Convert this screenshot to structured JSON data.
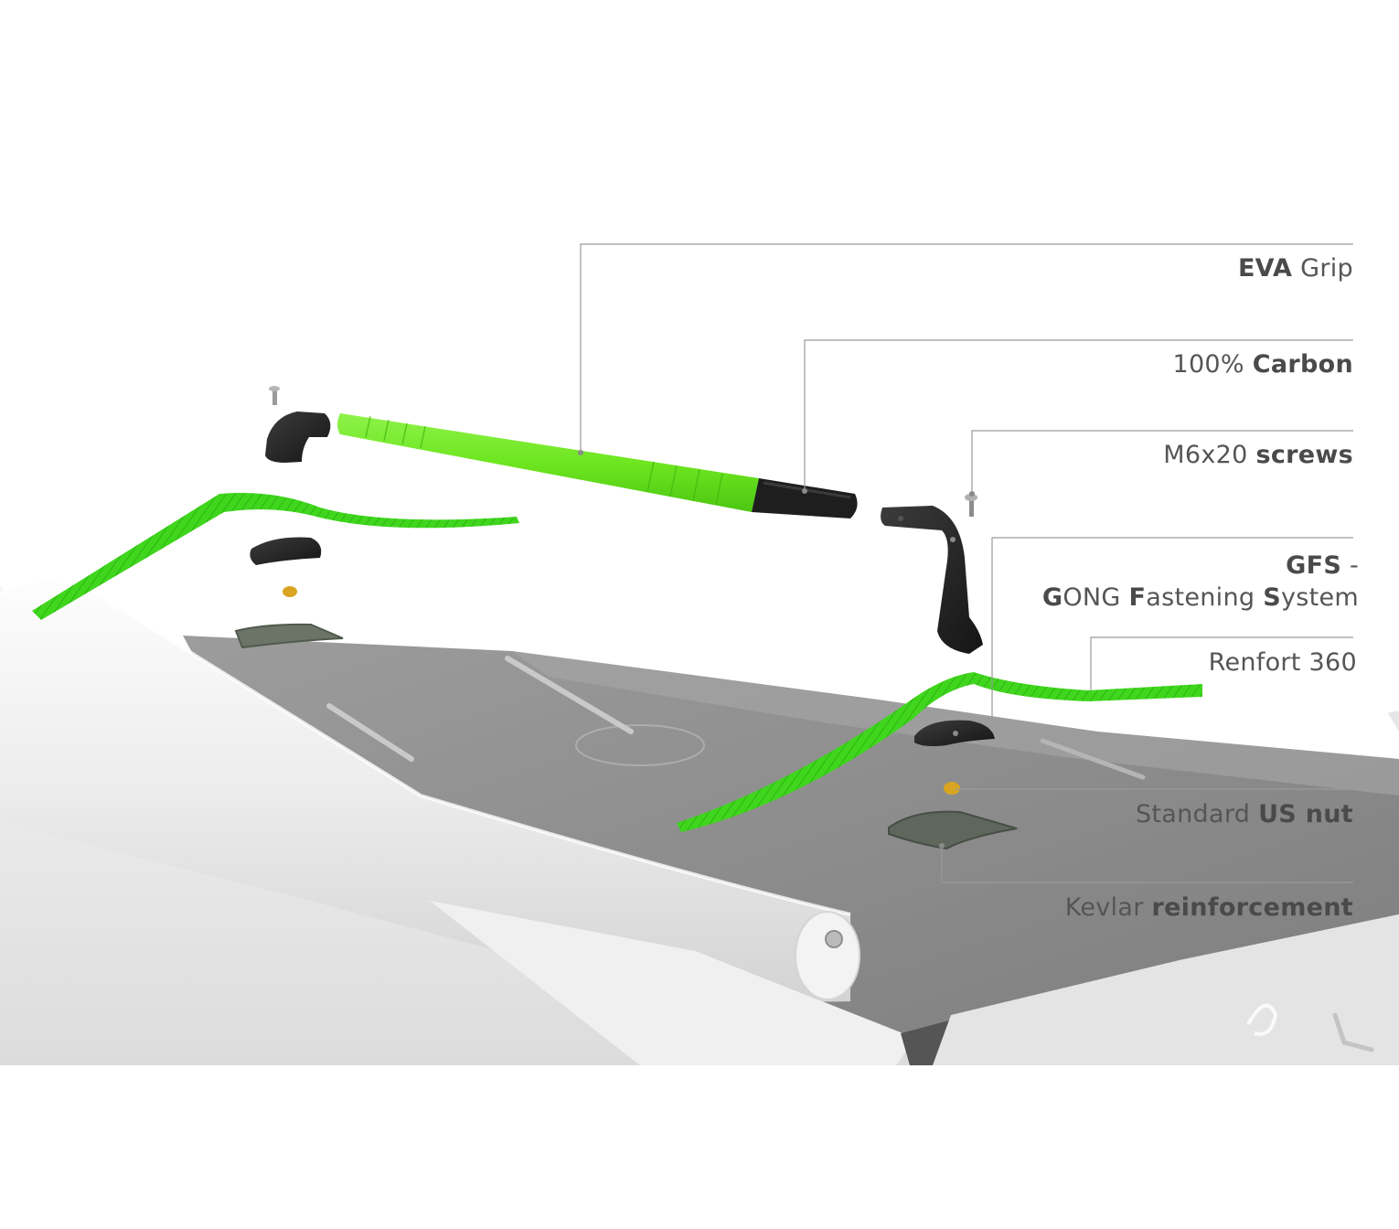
{
  "callouts": [
    {
      "id": "eva-grip",
      "parts": [
        {
          "t": "EVA",
          "b": true
        },
        {
          "t": " Grip",
          "b": false
        }
      ]
    },
    {
      "id": "carbon",
      "parts": [
        {
          "t": "100% ",
          "b": false
        },
        {
          "t": "Carbon",
          "b": true
        }
      ]
    },
    {
      "id": "screws",
      "parts": [
        {
          "t": "M6x20 ",
          "b": false
        },
        {
          "t": "screws",
          "b": true
        }
      ]
    },
    {
      "id": "gfs-title",
      "parts": [
        {
          "t": "GFS",
          "b": true
        },
        {
          "t": " -",
          "b": false
        }
      ]
    },
    {
      "id": "gfs-full",
      "parts": [
        {
          "t": "G",
          "b": true
        },
        {
          "t": "ONG ",
          "b": false
        },
        {
          "t": "F",
          "b": true
        },
        {
          "t": "astening ",
          "b": false
        },
        {
          "t": "S",
          "b": true
        },
        {
          "t": "ystem",
          "b": false
        }
      ]
    },
    {
      "id": "renfort",
      "parts": [
        {
          "t": "Renfort 360",
          "b": false
        }
      ]
    },
    {
      "id": "us-nut",
      "parts": [
        {
          "t": "Standard ",
          "b": false
        },
        {
          "t": "US nut",
          "b": true
        }
      ]
    },
    {
      "id": "kevlar",
      "parts": [
        {
          "t": "Kevlar ",
          "b": false
        },
        {
          "t": "reinforcement",
          "b": true
        }
      ]
    }
  ],
  "colors": {
    "strap_green": "#39d21a",
    "grip_green": "#6fe81f",
    "hull_white": "#ececec",
    "deck_grey": "#8d8d8d",
    "part_black": "#232323",
    "nut_gold": "#d9a522",
    "leader_line": "#9a9a9a",
    "label_text": "#555555"
  }
}
